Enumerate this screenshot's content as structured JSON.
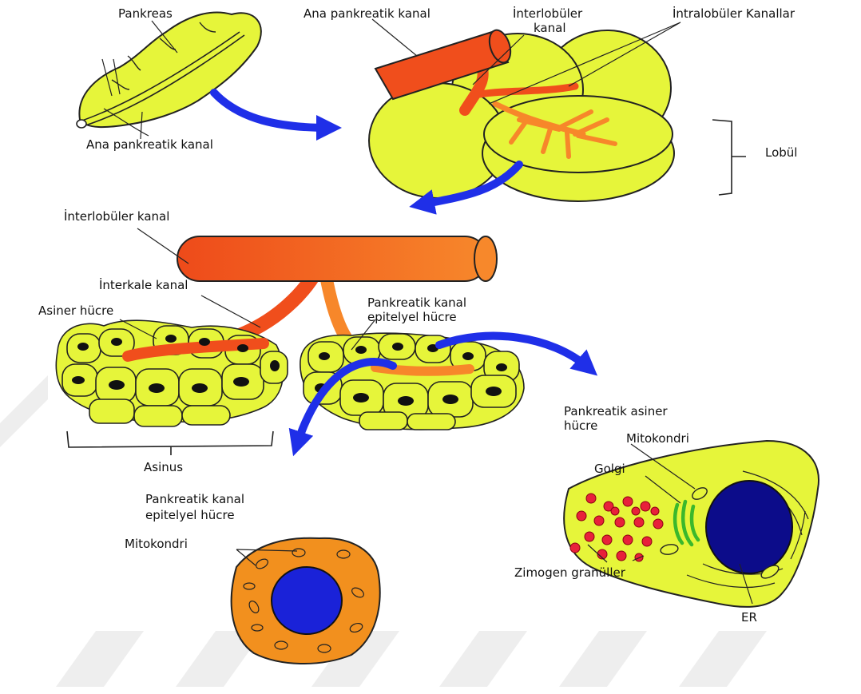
{
  "labels": {
    "pankreas": "Pankreas",
    "ana_kanal_top": "Ana pankreatik kanal",
    "interlobuler_top_1": "İnterlobüler",
    "interlobuler_top_2": "kanal",
    "intralobuler": "İntralobüler Kanallar",
    "ana_kanal_bottom": "Ana pankreatik kanal",
    "lobul": "Lobül",
    "interlobuler_kanal": "İnterlobüler kanal",
    "interkale_kanal": "İnterkale kanal",
    "asiner_hucre": "Asiner hücre",
    "kanal_epitel_1": "Pankreatik kanal",
    "kanal_epitel_2": "epitelyel hücre",
    "asiner_detail_1": "Pankreatik asiner",
    "asiner_detail_2": "hücre",
    "mitokondri_right": "Mitokondri",
    "golgi": "Golgi",
    "asinus": "Asinus",
    "epitel_detail_1": "Pankreatik kanal",
    "epitel_detail_2": "epitelyel hücre",
    "mitokondri_left": "Mitokondri",
    "zimogen": "Zimogen granüller",
    "er": "ER"
  },
  "colors": {
    "tissue": "#e6f53a",
    "duct_dark": "#f04e1c",
    "duct_light": "#f7872a",
    "arrow": "#1f2fe8",
    "nucleus": "#0c0c8a",
    "nucleus_epitel": "#1a22d8",
    "epitel_cell": "#f2901e",
    "zimogen": "#e8213a",
    "golgi": "#3bb82c",
    "watermark": "#eeeeee"
  }
}
